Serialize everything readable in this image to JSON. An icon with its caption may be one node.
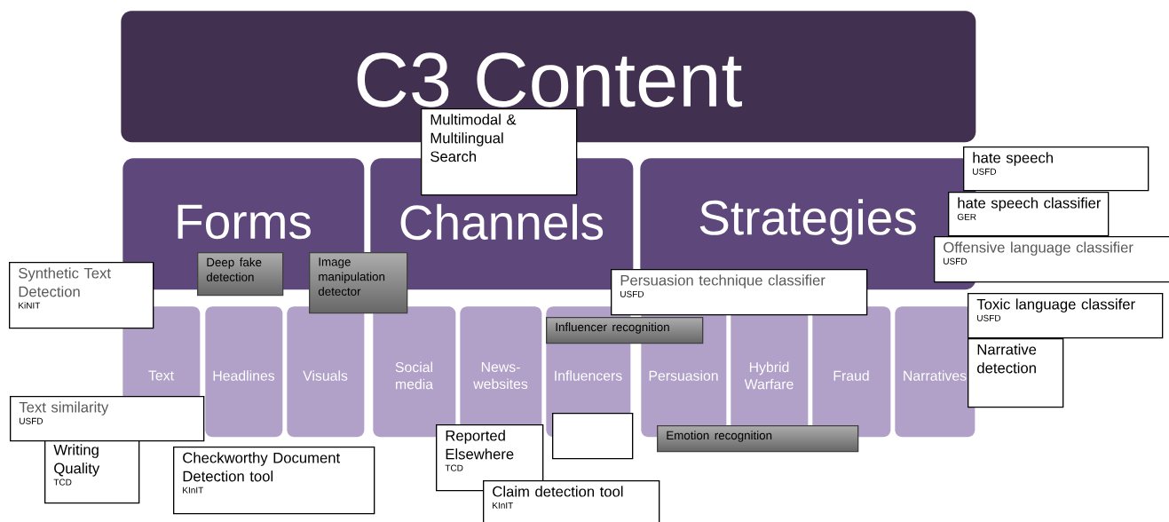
{
  "diagram": {
    "nodes": [
      {
        "text": [
          "C3 Content"
        ]
      },
      {
        "text": [
          "Multimodal & Multilingual Search"
        ]
      },
      {
        "text": [
          "hate speech",
          "USFD"
        ]
      },
      {
        "text": [
          "Forms"
        ]
      },
      {
        "text": [
          "Channels"
        ]
      },
      {
        "text": [
          "Strategies"
        ]
      },
      {
        "text": [
          "hate speech classifier",
          "GER"
        ]
      },
      {
        "text": [
          "Offensive language classifier",
          "USFD"
        ]
      },
      {
        "text": [
          "Synthetic Text Detection",
          "KiNIT"
        ]
      },
      {
        "text": [
          "Deep fake detection"
        ]
      },
      {
        "text": [
          "Image manipulation detector"
        ]
      },
      {
        "text": [
          "Persuasion technique classifier",
          "USFD"
        ]
      },
      {
        "text": [
          "Toxic language classifer",
          "USFD"
        ]
      },
      {
        "text": [
          "Influencer recognition"
        ]
      },
      {
        "text": [
          "Text"
        ]
      },
      {
        "text": [
          "Headlines"
        ]
      },
      {
        "text": [
          "Visuals"
        ]
      },
      {
        "text": [
          "Social media"
        ]
      },
      {
        "text": [
          "News-websites"
        ]
      },
      {
        "text": [
          "Influencers"
        ]
      },
      {
        "text": [
          "Persuasion"
        ]
      },
      {
        "text": [
          "Hybrid Warfare"
        ]
      },
      {
        "text": [
          "Fraud"
        ]
      },
      {
        "text": [
          "Narratives"
        ]
      },
      {
        "text": [
          "Narrative detection"
        ]
      },
      {
        "text": [
          "Text similarity",
          "USFD"
        ]
      },
      {
        "text": [],
        "shape": "box"
      },
      {
        "text": [
          "Reported Elsewhere",
          "TCD"
        ]
      },
      {
        "text": [
          "Emotion recognition"
        ]
      },
      {
        "text": [
          "Writing Quality",
          "TCD"
        ]
      },
      {
        "text": [
          "Checkworthy Document Detection tool",
          "KInIT"
        ]
      },
      {
        "text": [
          "Claim detection tool",
          "KInIT"
        ]
      }
    ]
  }
}
